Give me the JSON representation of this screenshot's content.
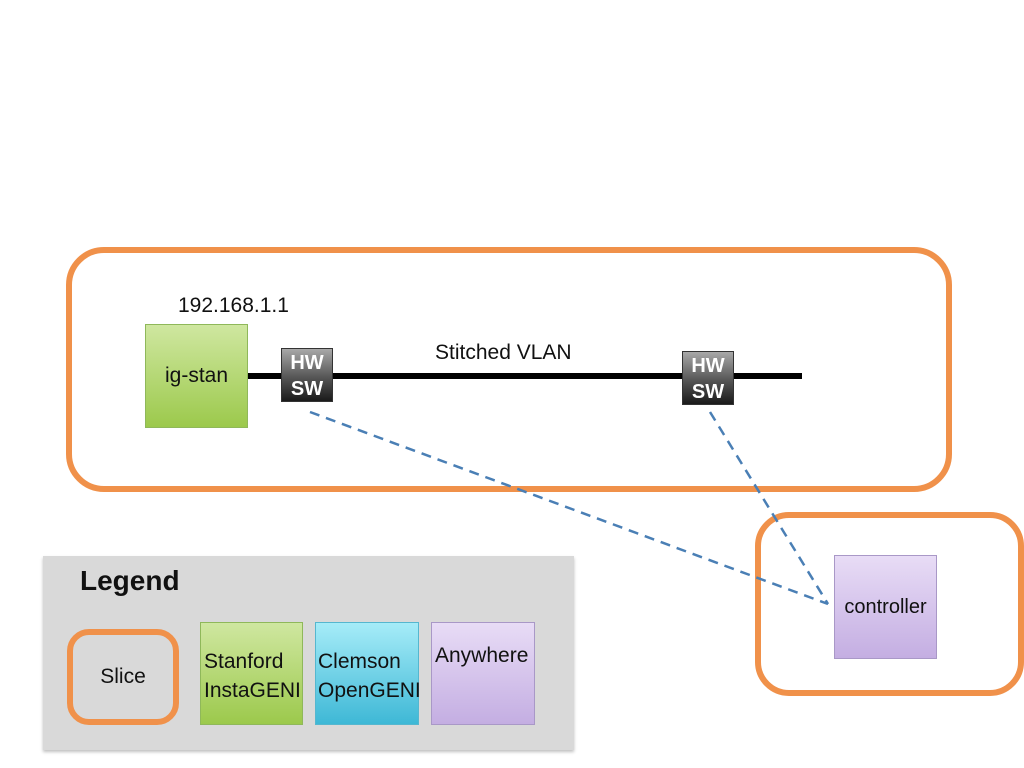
{
  "diagram": {
    "ip_label": "192.168.1.1",
    "vlan_label": "Stitched VLAN",
    "nodes": {
      "ig_stan": "ig-stan",
      "controller": "controller"
    },
    "switches": [
      {
        "line1": "HW",
        "line2": "SW"
      },
      {
        "line1": "HW",
        "line2": "SW"
      }
    ]
  },
  "legend": {
    "title": "Legend",
    "slice_label": "Slice",
    "stanford_line1": "Stanford",
    "stanford_line2": "InstaGENI",
    "clemson_line1": "Clemson",
    "clemson_line2": "OpenGENI",
    "anywhere_label": "Anywhere"
  },
  "colors": {
    "slice_border": "#f0914a",
    "stanford": "#9cc94c",
    "clemson": "#3eb8d6",
    "anywhere": "#c4aee2",
    "dashed_link": "#4a7fb5",
    "vlan_line": "#000000"
  }
}
